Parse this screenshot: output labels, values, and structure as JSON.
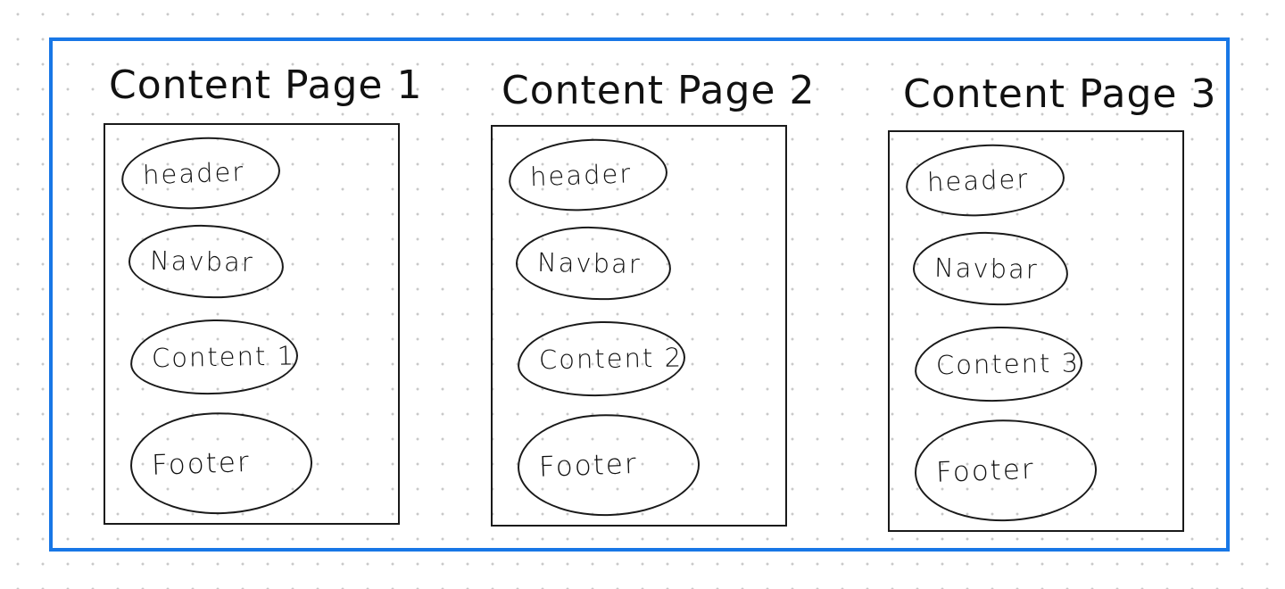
{
  "pages": [
    {
      "title": "Content Page 1",
      "sections": [
        "header",
        "Navbar",
        "Content 1",
        "Footer"
      ]
    },
    {
      "title": "Content Page 2",
      "sections": [
        "header",
        "Navbar",
        "Content 2",
        "Footer"
      ]
    },
    {
      "title": "Content Page 3",
      "sections": [
        "header",
        "Navbar",
        "Content 3",
        "Footer"
      ]
    }
  ],
  "colors": {
    "frame": "#1877e6",
    "ink": "#1a1a1a"
  }
}
